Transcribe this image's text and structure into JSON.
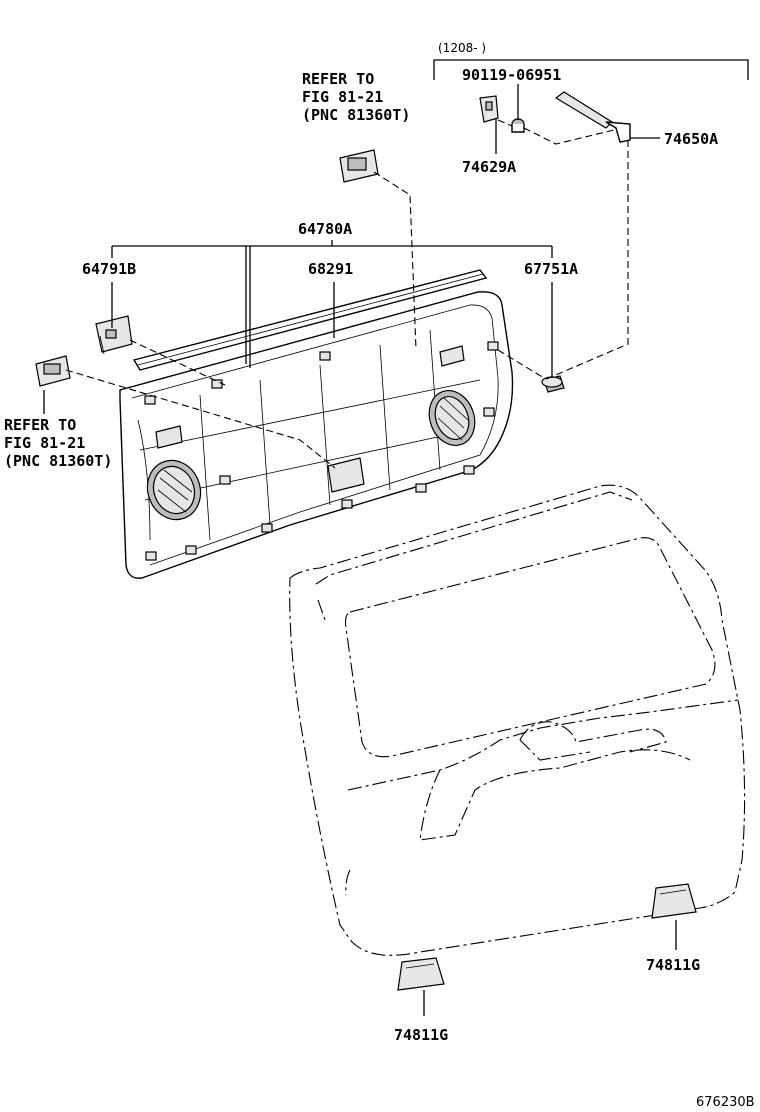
{
  "labels": {
    "date_range": "(1208-   )",
    "bolt": "90119-06951",
    "clip": "74629A",
    "strap": "74650A",
    "board": "64780A",
    "left_cover": "64791B",
    "weatherstrip": "68291",
    "fastener": "67751A",
    "left_pull": "74811G",
    "right_pull": "74811G",
    "figure_code": "676230B"
  },
  "refer_top": {
    "line1": "REFER TO",
    "line2": "FIG 81-21",
    "line3": "(PNC 81360T)"
  },
  "refer_left": {
    "line1": "REFER TO",
    "line2": "FIG 81-21",
    "line3": "(PNC 81360T)"
  }
}
